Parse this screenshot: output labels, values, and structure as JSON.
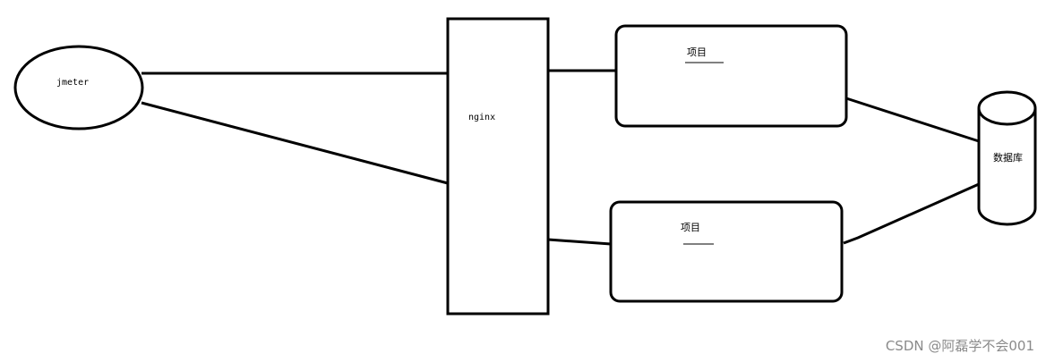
{
  "nodes": {
    "jmeter": {
      "label": "jmeter"
    },
    "nginx": {
      "label": "nginx"
    },
    "project_top": {
      "label": "项目"
    },
    "project_bottom": {
      "label": "项目"
    },
    "database": {
      "label": "数据库"
    }
  },
  "watermark": "CSDN @阿磊学不会001",
  "colors": {
    "stroke": "#000000",
    "background": "#ffffff",
    "watermark": "#8a8a8a"
  }
}
